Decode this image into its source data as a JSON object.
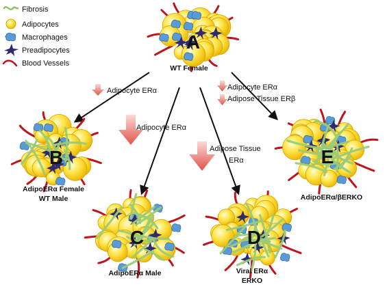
{
  "legend": [
    {
      "key": "fibrosis",
      "label": "Fibrosis",
      "color": "#8cc26a"
    },
    {
      "key": "adipocytes",
      "label": "Adipocytes",
      "color": "#f5d21c"
    },
    {
      "key": "macrophages",
      "label": "Macrophages",
      "color": "#5b9bd5"
    },
    {
      "key": "preadipocytes",
      "label": "Preadipocytes",
      "color": "#2d2a6e"
    },
    {
      "key": "vessels",
      "label": "Blood Vessels",
      "color": "#c0141c"
    }
  ],
  "nodes": {
    "A": {
      "letter": "A",
      "label1": "WT Female",
      "label2": ""
    },
    "B": {
      "letter": "B",
      "label1": "AdipoERα Female",
      "label2": "WT Male"
    },
    "C": {
      "letter": "C",
      "label1": "AdipoERα Male",
      "label2": ""
    },
    "D": {
      "letter": "D",
      "label1": "Viral ERα",
      "label2": "ERKO"
    },
    "E": {
      "letter": "E",
      "label1": "AdipoERα/βERKO",
      "label2": ""
    }
  },
  "arrows": {
    "ab": {
      "line1": "Adipocyte ERα",
      "line2": ""
    },
    "ac": {
      "line1": "Adipocyte ERα",
      "line2": ""
    },
    "ad": {
      "line1": "Adipose Tissue",
      "line2": "ERα"
    },
    "ae": {
      "line1": "Adipocyte ERα",
      "line2": "Adipose Tissue ERβ"
    }
  },
  "colors": {
    "down_arrow_top": "#f7c4c0",
    "down_arrow_bottom": "#e35a52"
  }
}
